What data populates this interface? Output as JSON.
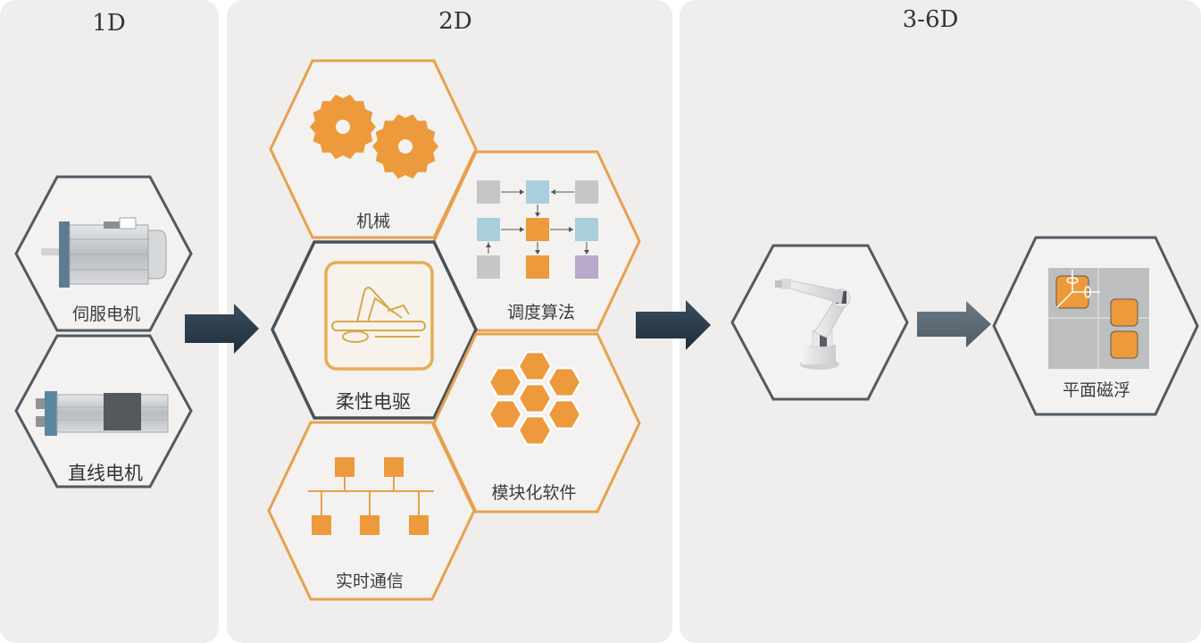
{
  "panels": {
    "p1": {
      "title": "1D"
    },
    "p2": {
      "title": "2D"
    },
    "p3": {
      "title": "3-6D"
    }
  },
  "hexes": {
    "servo_motor": "伺服电机",
    "linear_motor": "直线电机",
    "machinery": "机械",
    "scheduling": "调度算法",
    "flexible_drive": "柔性电驱",
    "modular_software": "模块化软件",
    "realtime_comm": "实时通信",
    "maglev": "平面磁浮"
  },
  "colors": {
    "panel_bg": "#efeeed",
    "hex_gray": "#525a62",
    "hex_orange": "#e8a04c",
    "accent_orange": "#ec9a3c",
    "arrow_dark": "#2c3e4d",
    "arrow_light": "#5f6d78",
    "node_gray": "#c6c6c6",
    "node_blue": "#a8cfdb",
    "node_purple": "#b7a8cc"
  }
}
